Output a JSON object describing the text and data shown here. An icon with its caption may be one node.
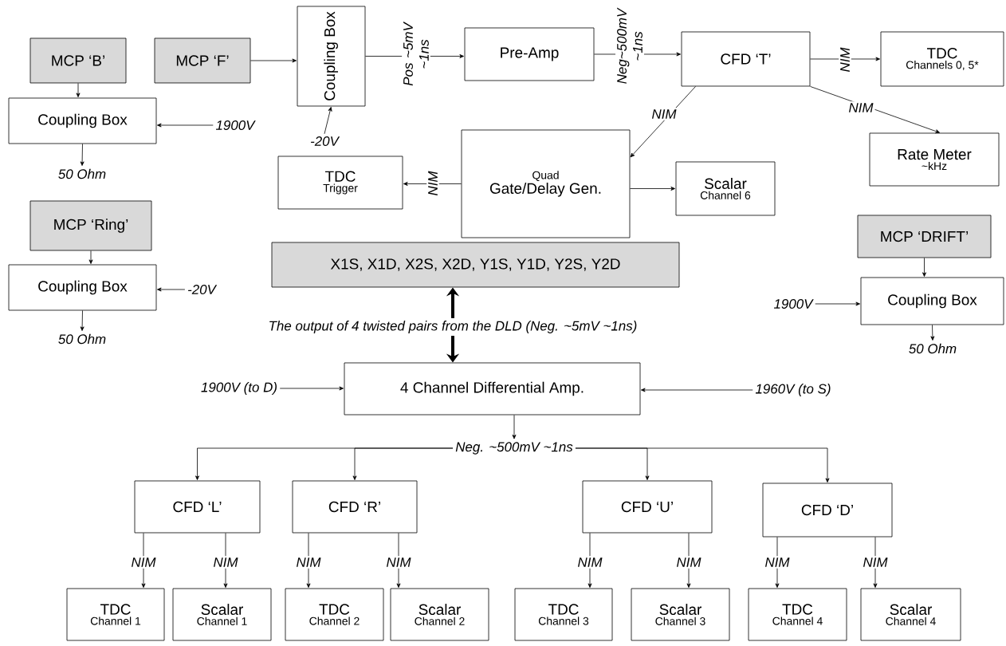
{
  "diagram": {
    "nodes": [
      {
        "text": [
          "MCP ‘B’"
        ]
      },
      {
        "text": [
          "MCP ‘F’"
        ]
      },
      {
        "text": [
          "Coupling Box"
        ]
      },
      {
        "text": [
          "Coupling Box"
        ]
      },
      {
        "text": [
          "Pre-Amp"
        ]
      },
      {
        "text": [
          "CFD ‘T’"
        ]
      },
      {
        "text": [
          "TDC",
          "Channels 0, 5*"
        ]
      },
      {
        "text": [
          "Quad",
          "Gate/Delay Gen."
        ]
      },
      {
        "text": [
          "TDC",
          "Trigger"
        ]
      },
      {
        "text": [
          "Scalar",
          "Channel 6"
        ]
      },
      {
        "text": [
          "Rate Meter",
          "~kHz"
        ]
      },
      {
        "text": [
          "MCP ‘Ring’"
        ]
      },
      {
        "text": [
          "Coupling Box"
        ]
      },
      {
        "text": [
          "X1S, X1D, X2S, X2D, Y1S, Y1D, Y2S, Y2D"
        ]
      },
      {
        "text": [
          "4 Channel Differential Amp."
        ]
      },
      {
        "text": [
          "MCP  ‘DRIFT’"
        ]
      },
      {
        "text": [
          "Coupling Box"
        ]
      },
      {
        "text": [
          "CFD ‘L’"
        ]
      },
      {
        "text": [
          "CFD ‘R’"
        ]
      },
      {
        "text": [
          "CFD ‘U’"
        ]
      },
      {
        "text": [
          "CFD ‘D’"
        ]
      },
      {
        "text": [
          "TDC",
          "Channel 1"
        ]
      },
      {
        "text": [
          "Scalar",
          "Channel 1"
        ]
      },
      {
        "text": [
          "TDC",
          "Channel 2"
        ]
      },
      {
        "text": [
          "Scalar",
          "Channel 2"
        ]
      },
      {
        "text": [
          "TDC",
          "Channel 3"
        ]
      },
      {
        "text": [
          "Scalar",
          "Channel 3"
        ]
      },
      {
        "text": [
          "TDC",
          "Channel 4"
        ]
      },
      {
        "text": [
          "Scalar",
          "Channel 4"
        ]
      },
      {
        "text": [
          "50 Ohm"
        ]
      },
      {
        "text": [
          "1900V"
        ]
      },
      {
        "text": [
          "-20V"
        ]
      },
      {
        "text": [
          "50 Ohm"
        ]
      },
      {
        "text": [
          "-20V"
        ]
      },
      {
        "text": [
          "1900V"
        ]
      },
      {
        "text": [
          "50 Ohm"
        ]
      },
      {
        "text": [
          "1900V (to D)"
        ]
      },
      {
        "text": [
          "1960V (to S)"
        ]
      },
      {
        "text": [
          "The output of 4 twisted pairs from the DLD (Neg. ~5mV ~1ns)"
        ]
      },
      {
        "text": [
          "Neg. ~500mV ~1ns"
        ]
      }
    ],
    "edges": [
      {
        "from": 0,
        "to": 3,
        "arrow": "to"
      },
      {
        "from": 3,
        "to": 29,
        "arrow": "to"
      },
      {
        "from": 30,
        "to": 3,
        "arrow": "to"
      },
      {
        "from": 1,
        "to": 2,
        "arrow": "to"
      },
      {
        "from": 31,
        "to": 2,
        "arrow": "to"
      },
      {
        "from": 2,
        "to": 4,
        "arrow": "to",
        "label": "Pos ~5mV ~1ns"
      },
      {
        "from": 4,
        "to": 5,
        "arrow": "to",
        "label": "Neg~500mV ~1ns"
      },
      {
        "from": 5,
        "to": 6,
        "arrow": "to",
        "label": "NIM"
      },
      {
        "from": 5,
        "to": 7,
        "arrow": "to",
        "label": "NIM"
      },
      {
        "from": 5,
        "to": 10,
        "arrow": "to",
        "label": "NIM"
      },
      {
        "from": 7,
        "to": 8,
        "arrow": "to",
        "label": "NIM"
      },
      {
        "from": 7,
        "to": 9,
        "arrow": "to"
      },
      {
        "from": 11,
        "to": 12,
        "arrow": "to"
      },
      {
        "from": 12,
        "to": 32,
        "arrow": "to"
      },
      {
        "from": 33,
        "to": 12,
        "arrow": "to"
      },
      {
        "from": 15,
        "to": 16,
        "arrow": "to"
      },
      {
        "from": 34,
        "to": 16,
        "arrow": "to"
      },
      {
        "from": 16,
        "to": 35,
        "arrow": "to"
      },
      {
        "from": 38,
        "to": 13,
        "arrow": "to",
        "style": "thick"
      },
      {
        "from": 38,
        "to": 14,
        "arrow": "to",
        "style": "thick"
      },
      {
        "from": 36,
        "to": 14,
        "arrow": "to"
      },
      {
        "from": 37,
        "to": 14,
        "arrow": "to"
      },
      {
        "from": 14,
        "to": 39,
        "arrow": "to"
      },
      {
        "from": 39,
        "to": 17,
        "arrow": "to"
      },
      {
        "from": 39,
        "to": 18,
        "arrow": "to"
      },
      {
        "from": 39,
        "to": 19,
        "arrow": "to"
      },
      {
        "from": 39,
        "to": 20,
        "arrow": "to"
      },
      {
        "from": 17,
        "to": 21,
        "arrow": "to",
        "label": "NIM"
      },
      {
        "from": 17,
        "to": 22,
        "arrow": "to",
        "label": "NIM"
      },
      {
        "from": 18,
        "to": 23,
        "arrow": "to",
        "label": "NIM"
      },
      {
        "from": 18,
        "to": 24,
        "arrow": "to",
        "label": "NIM"
      },
      {
        "from": 19,
        "to": 25,
        "arrow": "to",
        "label": "NIM"
      },
      {
        "from": 19,
        "to": 26,
        "arrow": "to",
        "label": "NIM"
      },
      {
        "from": 20,
        "to": 27,
        "arrow": "to",
        "label": "NIM"
      },
      {
        "from": 20,
        "to": 28,
        "arrow": "to",
        "label": "NIM"
      }
    ]
  }
}
